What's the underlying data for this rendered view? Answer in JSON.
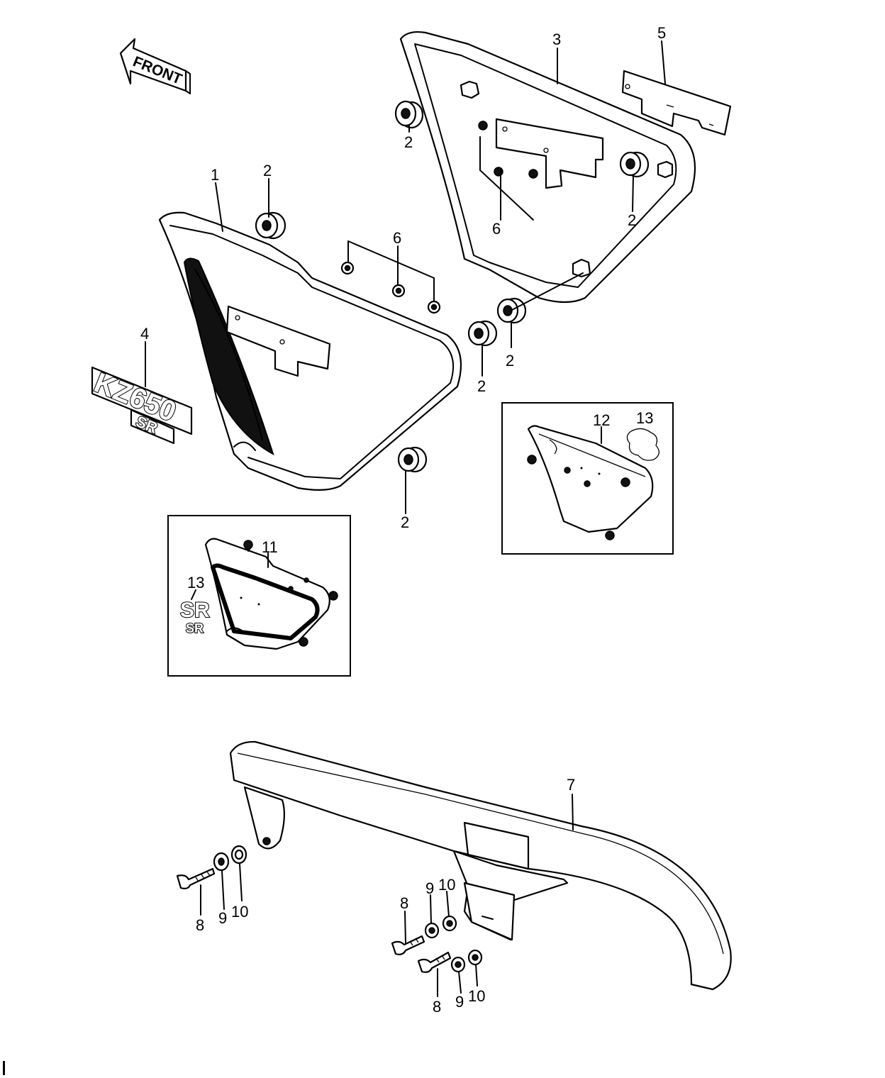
{
  "direction_label": "FRONT",
  "badge": {
    "model": "KZ650",
    "variant": "SR"
  },
  "sr_decal": {
    "top": "SR",
    "bottom": "SR"
  },
  "callouts": {
    "c1": "1",
    "c2a": "2",
    "c2b": "2",
    "c2c": "2",
    "c2d": "2",
    "c2e": "2",
    "c2f": "2",
    "c3": "3",
    "c4": "4",
    "c5": "5",
    "c6a": "6",
    "c6b": "6",
    "c7": "7",
    "c8a": "8",
    "c8b": "8",
    "c8c": "8",
    "c9a": "9",
    "c9b": "9",
    "c9c": "9",
    "c10a": "10",
    "c10b": "10",
    "c10c": "10",
    "c11": "11",
    "c12": "12",
    "c13a": "13",
    "c13b": "13"
  }
}
